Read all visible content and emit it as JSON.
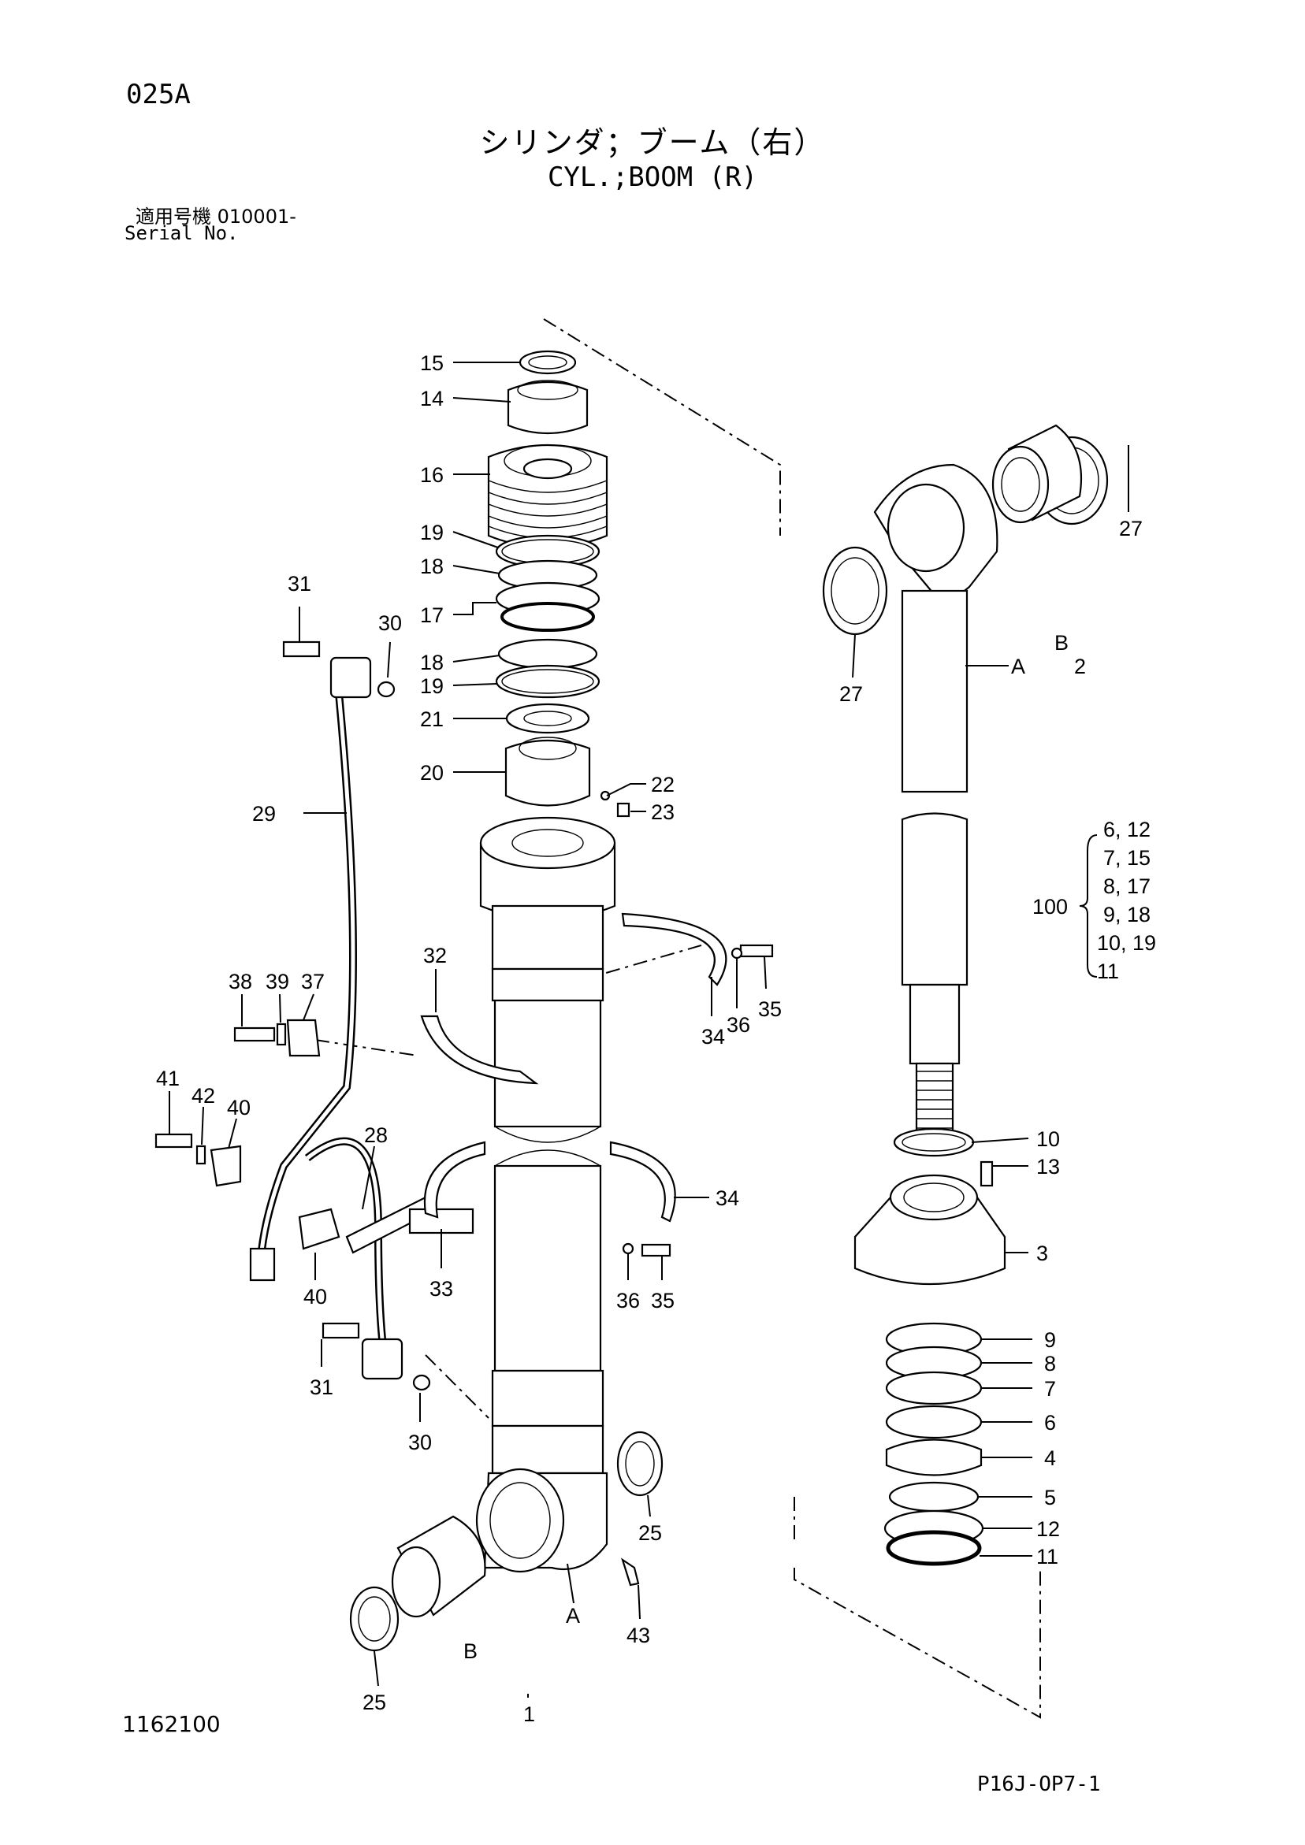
{
  "header": {
    "page_code": "025A",
    "title_jp": "シリンダ；ブーム（右）",
    "title_en": "CYL.;BOOM (R)",
    "serial_label_jp": "適用号機 010001-",
    "serial_label_en": "Serial No."
  },
  "footer": {
    "drawing_number": "1162100",
    "reference_code": "P16J-OP7-1"
  },
  "callouts": [
    {
      "id": "c15",
      "text": "15"
    },
    {
      "id": "c14",
      "text": "14"
    },
    {
      "id": "c16",
      "text": "16"
    },
    {
      "id": "c19a",
      "text": "19"
    },
    {
      "id": "c18a",
      "text": "18"
    },
    {
      "id": "c17",
      "text": "17"
    },
    {
      "id": "c18b",
      "text": "18"
    },
    {
      "id": "c19b",
      "text": "19"
    },
    {
      "id": "c21",
      "text": "21"
    },
    {
      "id": "c20",
      "text": "20"
    },
    {
      "id": "c22",
      "text": "22"
    },
    {
      "id": "c23",
      "text": "23"
    },
    {
      "id": "c31a",
      "text": "31"
    },
    {
      "id": "c30a",
      "text": "30"
    },
    {
      "id": "c29",
      "text": "29"
    },
    {
      "id": "c32",
      "text": "32"
    },
    {
      "id": "c38",
      "text": "38"
    },
    {
      "id": "c39",
      "text": "39"
    },
    {
      "id": "c37",
      "text": "37"
    },
    {
      "id": "c41",
      "text": "41"
    },
    {
      "id": "c42",
      "text": "42"
    },
    {
      "id": "c40a",
      "text": "40"
    },
    {
      "id": "c28",
      "text": "28"
    },
    {
      "id": "c40b",
      "text": "40"
    },
    {
      "id": "c33",
      "text": "33"
    },
    {
      "id": "c31b",
      "text": "31"
    },
    {
      "id": "c30b",
      "text": "30"
    },
    {
      "id": "c34a",
      "text": "34"
    },
    {
      "id": "c36a",
      "text": "36"
    },
    {
      "id": "c35a",
      "text": "35"
    },
    {
      "id": "c34b",
      "text": "34"
    },
    {
      "id": "c36b",
      "text": "36"
    },
    {
      "id": "c35b",
      "text": "35"
    },
    {
      "id": "c25a",
      "text": "25"
    },
    {
      "id": "c25b",
      "text": "25"
    },
    {
      "id": "c43",
      "text": "43"
    },
    {
      "id": "cA1",
      "text": "A"
    },
    {
      "id": "cB1",
      "text": "B"
    },
    {
      "id": "c1",
      "text": "1"
    },
    {
      "id": "c27a",
      "text": "27"
    },
    {
      "id": "c27b",
      "text": "27"
    },
    {
      "id": "cB2",
      "text": "B"
    },
    {
      "id": "cA2",
      "text": "A"
    },
    {
      "id": "c2",
      "text": "2"
    },
    {
      "id": "c10",
      "text": "10"
    },
    {
      "id": "c13",
      "text": "13"
    },
    {
      "id": "c3",
      "text": "3"
    },
    {
      "id": "c9",
      "text": "9"
    },
    {
      "id": "c8",
      "text": "8"
    },
    {
      "id": "c7",
      "text": "7"
    },
    {
      "id": "c6",
      "text": "6"
    },
    {
      "id": "c4",
      "text": "4"
    },
    {
      "id": "c5",
      "text": "5"
    },
    {
      "id": "c12",
      "text": "12"
    },
    {
      "id": "c11",
      "text": "11"
    }
  ],
  "kit": {
    "number": "100",
    "items": [
      "6, 12",
      "7, 15",
      "8, 17",
      "9, 18",
      "10, 19",
      "11"
    ]
  }
}
